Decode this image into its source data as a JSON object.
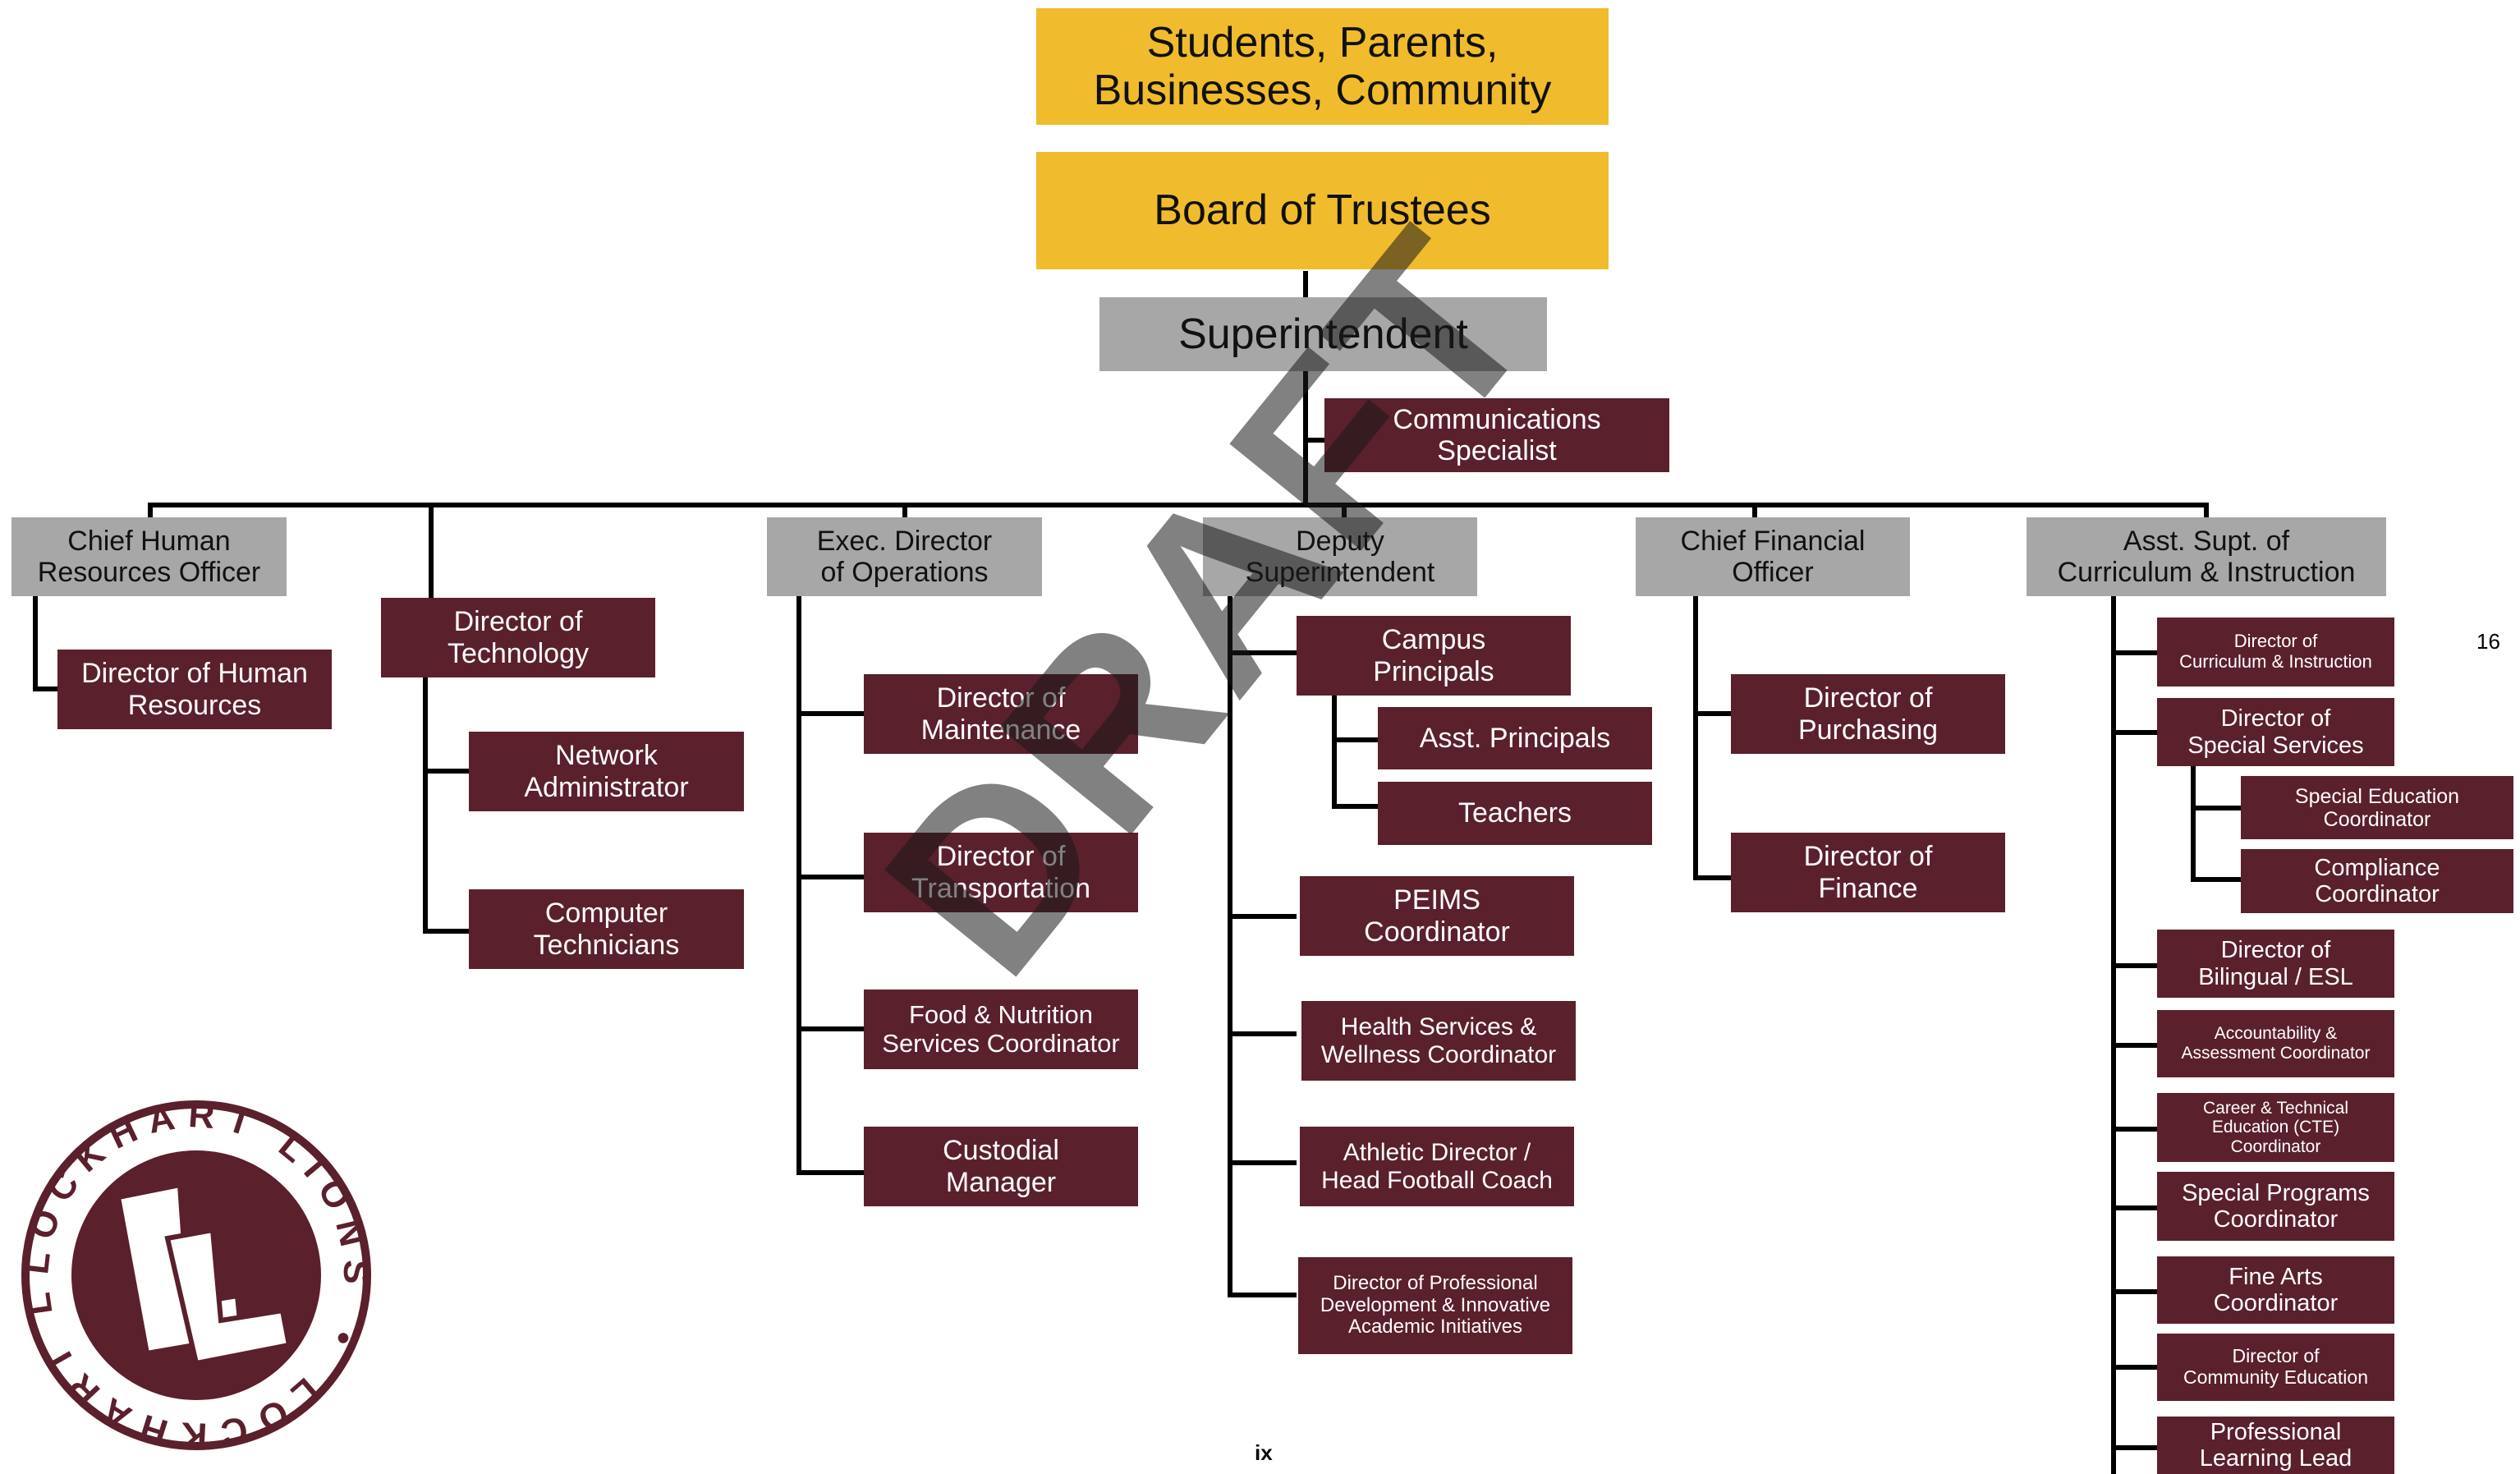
{
  "top": {
    "stakeholders": "Students, Parents,\nBusinesses, Community",
    "board": "Board of Trustees",
    "superintendent": "Superintendent",
    "communications": "Communications\nSpecialist"
  },
  "columns": {
    "hr": {
      "head": "Chief Human\nResources Officer",
      "director": "Director of Human\nResources"
    },
    "tech": {
      "director": "Director of\nTechnology",
      "network": "Network\nAdministrator",
      "computer": "Computer\nTechnicians"
    },
    "ops": {
      "head": "Exec. Director\nof Operations",
      "maintenance": "Director of\nMaintenance",
      "transportation": "Director of\nTransportation",
      "food": "Food & Nutrition\nServices Coordinator",
      "custodial": "Custodial\nManager"
    },
    "deputy": {
      "head": "Deputy\nSuperintendent",
      "principals": "Campus\nPrincipals",
      "asst_principals": "Asst. Principals",
      "teachers": "Teachers",
      "peims": "PEIMS\nCoordinator",
      "health": "Health Services &\nWellness Coordinator",
      "athletic": "Athletic Director /\nHead Football Coach",
      "prof_dev": "Director of Professional\nDevelopment & Innovative\nAcademic Initiatives"
    },
    "cfo": {
      "head": "Chief Financial\nOfficer",
      "purchasing": "Director of\nPurchasing",
      "finance": "Director of\nFinance"
    },
    "curriculum": {
      "head": "Asst. Supt. of\nCurriculum & Instruction",
      "ci_director": "Director of\nCurriculum & Instruction",
      "special_services": "Director of\nSpecial Services",
      "sped": "Special Education\nCoordinator",
      "compliance": "Compliance\nCoordinator",
      "bilingual": "Director of\nBilingual / ESL",
      "accountability": "Accountability &\nAssessment Coordinator",
      "cte": "Career & Technical\nEducation (CTE)\nCoordinator",
      "special_programs": "Special Programs\nCoordinator",
      "fine_arts": "Fine Arts\nCoordinator",
      "community_ed": "Director of\nCommunity Education",
      "pll": "Professional\nLearning Lead"
    }
  },
  "page_number": "16",
  "footer_page": "ix",
  "watermark": "DRAFT",
  "logo": {
    "text": "LOCKHART LIONS",
    "monogram": "LL"
  },
  "colors": {
    "gold": "#f0bb2d",
    "grey": "#a7a7a7",
    "maroon": "#5a202c"
  }
}
